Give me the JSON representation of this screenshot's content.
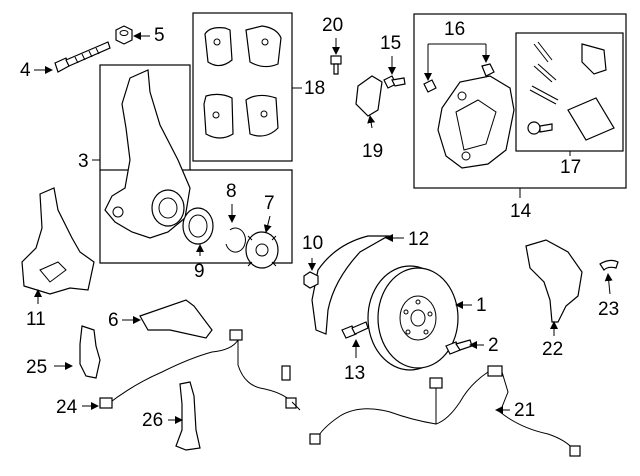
{
  "diagram": {
    "callouts": [
      {
        "id": "1",
        "text": "1"
      },
      {
        "id": "2",
        "text": "2"
      },
      {
        "id": "3",
        "text": "3"
      },
      {
        "id": "4",
        "text": "4"
      },
      {
        "id": "5",
        "text": "5"
      },
      {
        "id": "6",
        "text": "6"
      },
      {
        "id": "7",
        "text": "7"
      },
      {
        "id": "8",
        "text": "8"
      },
      {
        "id": "9",
        "text": "9"
      },
      {
        "id": "10",
        "text": "10"
      },
      {
        "id": "11",
        "text": "11"
      },
      {
        "id": "12",
        "text": "12"
      },
      {
        "id": "13",
        "text": "13"
      },
      {
        "id": "14",
        "text": "14"
      },
      {
        "id": "15",
        "text": "15"
      },
      {
        "id": "16",
        "text": "16"
      },
      {
        "id": "17",
        "text": "17"
      },
      {
        "id": "18",
        "text": "18"
      },
      {
        "id": "19",
        "text": "19"
      },
      {
        "id": "20",
        "text": "20"
      },
      {
        "id": "21",
        "text": "21"
      },
      {
        "id": "22",
        "text": "22"
      },
      {
        "id": "23",
        "text": "23"
      },
      {
        "id": "24",
        "text": "24"
      },
      {
        "id": "25",
        "text": "25"
      },
      {
        "id": "26",
        "text": "26"
      }
    ]
  }
}
